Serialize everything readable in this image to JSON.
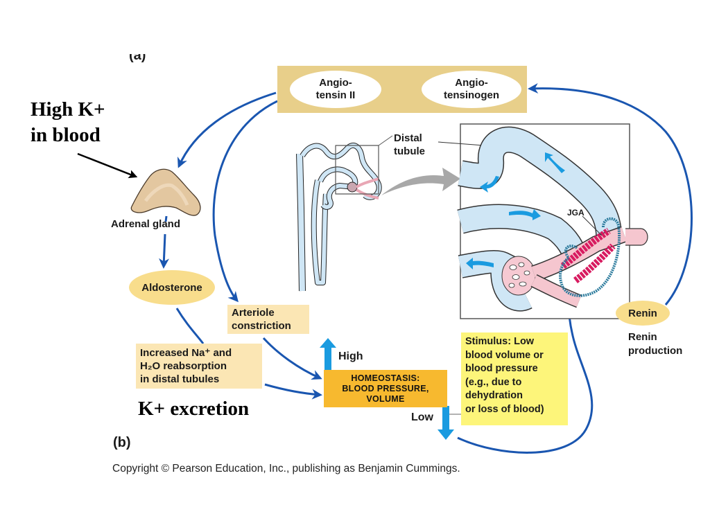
{
  "panel_labels": {
    "a": "(a)",
    "b": "(b)"
  },
  "angiotensin": {
    "angiotensin_ii": "Angio-\ntensin II",
    "angiotensinogen": "Angio-\ntensinogen"
  },
  "annotations": {
    "high_k_line1": "High K+",
    "high_k_line2": "in blood",
    "k_excretion": "K+ excretion"
  },
  "labels": {
    "adrenal_gland": "Adrenal gland",
    "aldosterone": "Aldosterone",
    "arteriole_line1": "Arteriole",
    "arteriole_line2": "constriction",
    "reabsorption_line1": "Increased Na⁺ and",
    "reabsorption_line2": "H₂O reabsorption",
    "reabsorption_line3": "in distal tubules",
    "distal_line1": "Distal",
    "distal_line2": "tubule",
    "jga": "JGA",
    "renin": "Renin",
    "renin_production_line1": "Renin",
    "renin_production_line2": "production",
    "high": "High",
    "low": "Low"
  },
  "homeostasis": {
    "line1": "HOMEOSTASIS:",
    "line2": "BLOOD PRESSURE,",
    "line3": "VOLUME"
  },
  "stimulus": {
    "title": "Stimulus:",
    "line1_rest": " Low",
    "line2": "blood volume or",
    "line3": "blood pressure",
    "line4": "(e.g., due to",
    "line5": "dehydration",
    "line6": "or loss of blood)"
  },
  "copyright": "Copyright © Pearson Education, Inc., publishing as Benjamin Cummings.",
  "colors": {
    "arrow_blue": "#1a56b0",
    "homeostasis_arrow": "#1a9be0",
    "angio_box": "#e8cf8a",
    "homeostasis_box": "#f7b92f",
    "stimulus_box": "#fdf57a",
    "tubule": "#cfe6f5",
    "arteriole": "#f5c6cf",
    "jga_cells": "#d81b60"
  }
}
